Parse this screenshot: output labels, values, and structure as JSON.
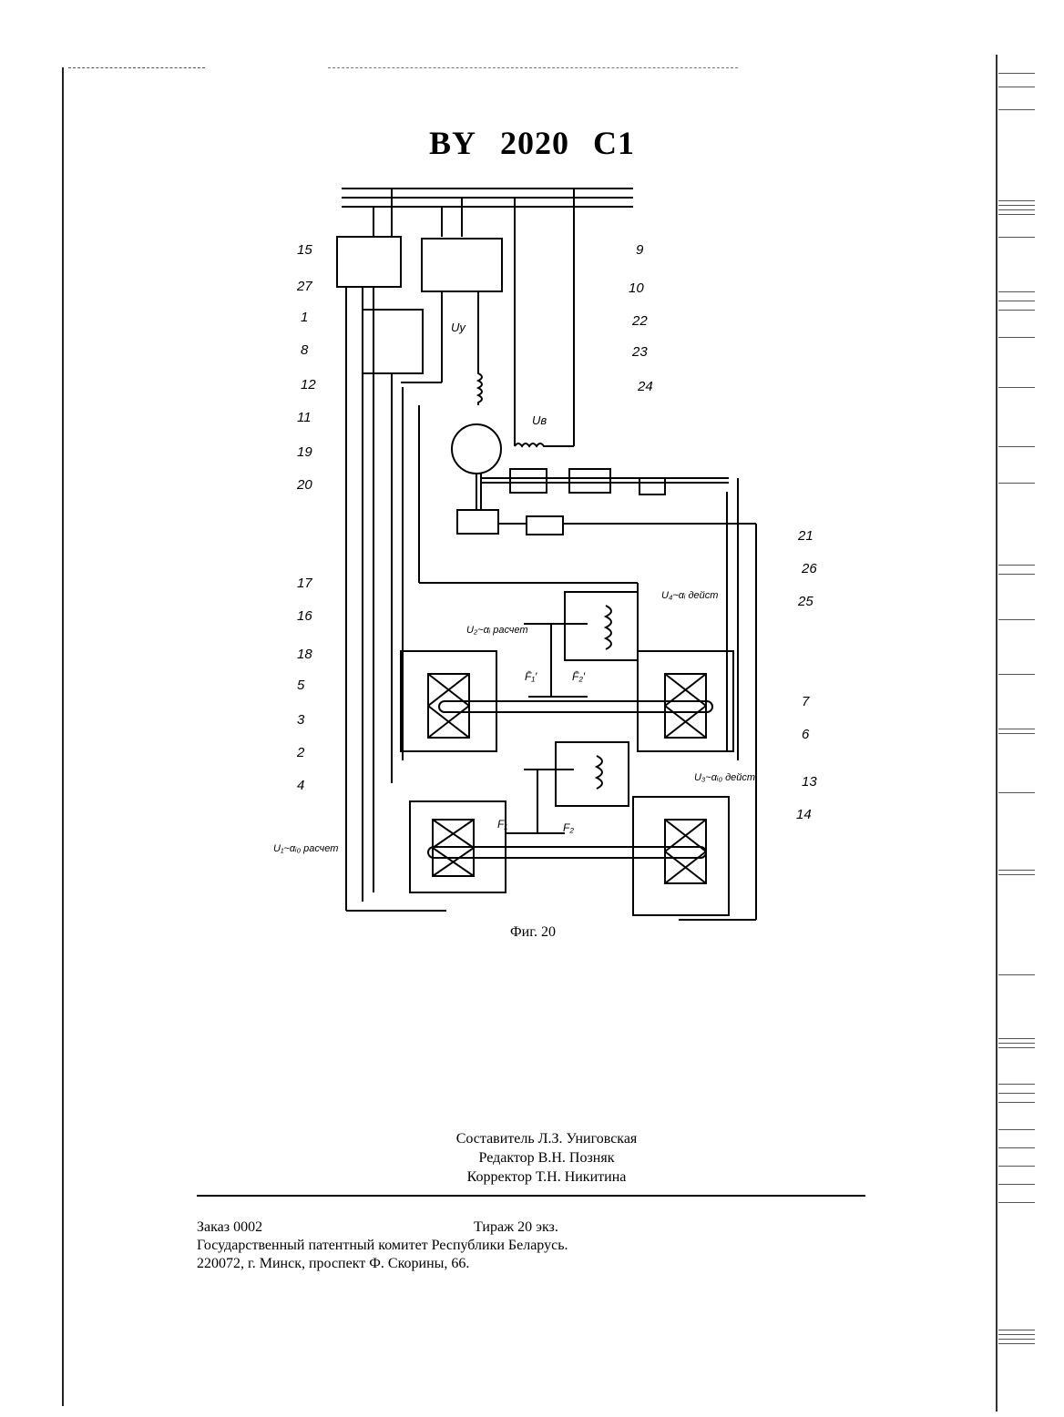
{
  "header": {
    "country": "BY",
    "number": "2020",
    "kind": "C1"
  },
  "figure": {
    "caption": "Фиг. 20",
    "reference_numbers": [
      "15",
      "27",
      "1",
      "8",
      "12",
      "11",
      "19",
      "20",
      "17",
      "16",
      "18",
      "5",
      "3",
      "2",
      "4",
      "9",
      "10",
      "22",
      "23",
      "24",
      "21",
      "26",
      "25",
      "7",
      "6",
      "13",
      "14"
    ],
    "annotations": {
      "u_y": "Uу",
      "u_v": "Uв",
      "u1": "U₁~αᵢ₀ расчет",
      "u2": "U₂~αᵢ расчет",
      "u3": "U₃~αᵢ₀ дейст",
      "u4": "U₄~αᵢ дейст",
      "f1": "F₁",
      "f2": "F₂",
      "f1p": "F̄₁′",
      "f2p": "F̄₂′"
    }
  },
  "credits": {
    "compiler": "Составитель Л.З. Униговская",
    "editor": "Редактор В.Н. Позняк",
    "proofreader": "Корректор Т.Н. Никитина"
  },
  "imprint": {
    "order": "Заказ 0002",
    "copies": "Тираж  20 экз.",
    "publisher": "Государственный патентный комитет Республики Беларусь.",
    "address": "220072, г. Минск, проспект Ф. Скорины, 66."
  }
}
